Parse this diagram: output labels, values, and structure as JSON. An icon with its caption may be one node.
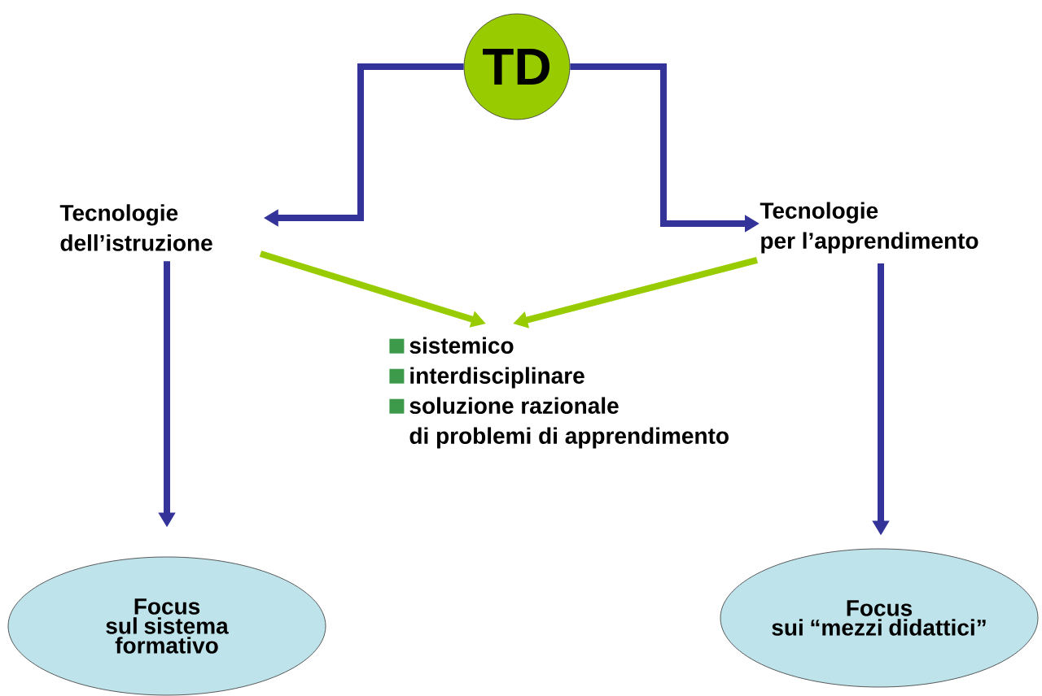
{
  "diagram": {
    "nodes": [
      {
        "text": [
          "TD"
        ]
      },
      {
        "text": [
          "Tecnologie dell’istruzione"
        ]
      },
      {
        "text": [
          "Tecnologie per l’apprendimento"
        ]
      },
      {
        "text": [
          "sistemico",
          "interdisciplinare",
          "soluzione razionale di problemi di apprendimento"
        ]
      },
      {
        "text": [
          "Focus",
          "sul sistema formativo"
        ]
      },
      {
        "text": [
          "Focus",
          "sui “mezzi didattici”"
        ]
      }
    ],
    "edges": [
      {
        "from": 0,
        "to": 1,
        "arrow": "to"
      },
      {
        "from": 0,
        "to": 2,
        "arrow": "to"
      },
      {
        "from": 1,
        "to": 3,
        "arrow": "to",
        "color": "#99cc00"
      },
      {
        "from": 2,
        "to": 3,
        "arrow": "to",
        "color": "#99cc00"
      },
      {
        "from": 1,
        "to": 4,
        "arrow": "to"
      },
      {
        "from": 2,
        "to": 5,
        "arrow": "to"
      }
    ]
  }
}
